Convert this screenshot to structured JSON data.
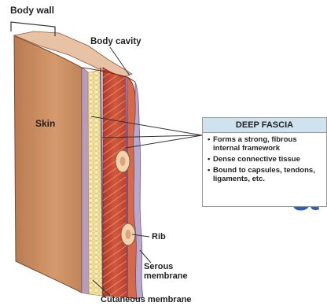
{
  "labels": {
    "body_wall": "Body wall",
    "body_cavity": "Body cavity",
    "skin": "Skin",
    "rib": "Rib",
    "serous_membrane": "Serous membrane",
    "cutaneous_membrane": "Cutaneous membrane"
  },
  "callout": {
    "title": "DEEP FASCIA",
    "items": [
      "Forms a strong, fibrous internal framework",
      "Dense connective tissue",
      "Bound to capsules, tendons, ligaments, etc."
    ]
  },
  "background_text": "a",
  "colors": {
    "skin": "#c9895e",
    "fat": "#f1e3a0",
    "muscle": "#c64a32",
    "callout_header": "#cfe2ef",
    "accent_text": "#2f5fae"
  }
}
